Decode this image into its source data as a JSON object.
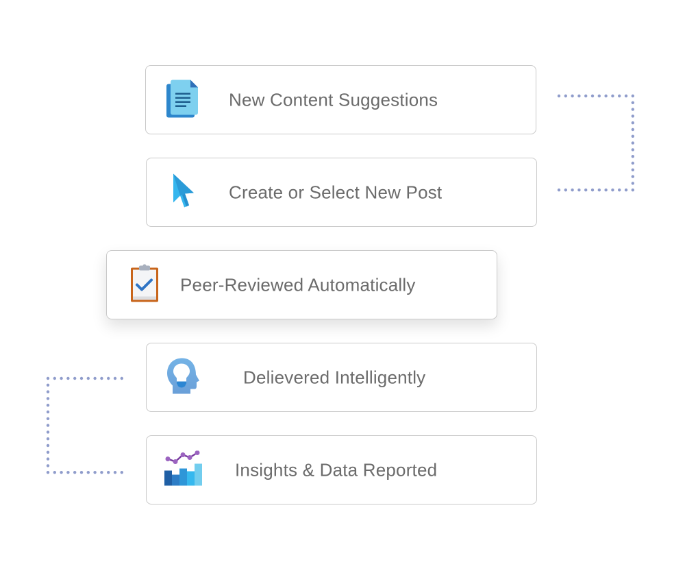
{
  "steps": [
    {
      "label": "New Content Suggestions",
      "icon": "document-icon"
    },
    {
      "label": "Create or Select New Post",
      "icon": "cursor-icon"
    },
    {
      "label": "Peer-Reviewed Automatically",
      "icon": "clipboard-check-icon"
    },
    {
      "label": "Delievered Intelligently",
      "icon": "head-lightbulb-icon"
    },
    {
      "label": "Insights & Data Reported",
      "icon": "bar-line-chart-icon"
    }
  ],
  "colors": {
    "connector_dots": "#8f9ccb",
    "card_border": "#c9c9c9",
    "label_text": "#6b6b6b"
  }
}
